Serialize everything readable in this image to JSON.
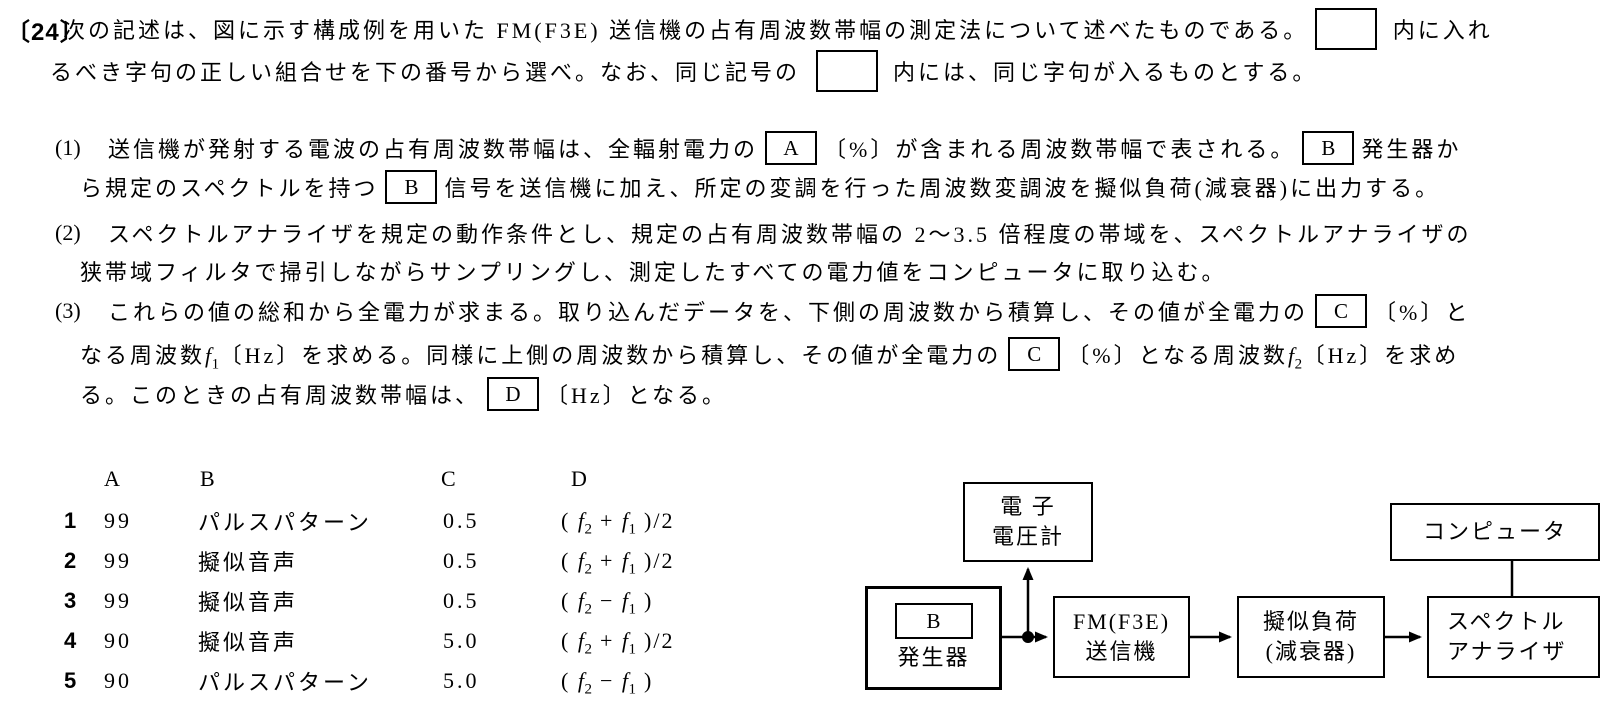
{
  "question": {
    "number": "〔24〕",
    "intro_line1": [
      "次の記述は、図に示す構成例を用いた FM(F3E) 送信機の占有周波数帯幅の測定法について述べたものである。",
      {
        "blank": ""
      },
      " 内に入れ"
    ],
    "intro_line2": [
      "るべき字句の正しい組合せを下の番号から選べ。なお、同じ記号の ",
      {
        "blank": ""
      },
      " 内には、同じ字句が入るものとする。"
    ]
  },
  "items": [
    {
      "label": "(1)",
      "lines": [
        [
          "送信機が発射する電波の占有周波数帯幅は、全輻射電力の",
          {
            "blank": "A"
          },
          "〔%〕が含まれる周波数帯幅で表される。",
          {
            "blank": "B"
          },
          "発生器か"
        ],
        [
          "ら規定のスペクトルを持つ",
          {
            "blank": "B"
          },
          "信号を送信機に加え、所定の変調を行った周波数変調波を擬似負荷(減衰器)に出力する。"
        ]
      ]
    },
    {
      "label": "(2)",
      "lines": [
        [
          "スペクトルアナライザを規定の動作条件とし、規定の占有周波数帯幅の 2～3.5 倍程度の帯域を、スペクトルアナライザの"
        ],
        [
          "狭帯域フィルタで掃引しながらサンプリングし、測定したすべての電力値をコンピュータに取り込む。"
        ]
      ]
    },
    {
      "label": "(3)",
      "lines": [
        [
          "これらの値の総和から全電力が求まる。取り込んだデータを、下側の周波数から積算し、その値が全電力の",
          {
            "blank": "C"
          },
          "〔%〕と"
        ],
        [
          "なる周波数f1〔Hz〕を求める。同様に上側の周波数から積算し、その値が全電力の",
          {
            "blank": "C"
          },
          "〔%〕となる周波数f2〔Hz〕を求め"
        ],
        [
          "る。このときの占有周波数帯幅は、",
          {
            "blank": "D"
          },
          "〔Hz〕となる。"
        ]
      ]
    }
  ],
  "answer_table": {
    "headers": [
      "A",
      "B",
      "C",
      "D"
    ],
    "rows": [
      [
        "1",
        "99",
        "パルスパターン",
        "0.5",
        "( f2 + f1 )/2"
      ],
      [
        "2",
        "99",
        "擬似音声",
        "0.5",
        "( f2 + f1 )/2"
      ],
      [
        "3",
        "99",
        "擬似音声",
        "0.5",
        "( f2 − f1 )"
      ],
      [
        "4",
        "90",
        "擬似音声",
        "5.0",
        "( f2 + f1 )/2"
      ],
      [
        "5",
        "90",
        "パルスパターン",
        "5.0",
        "( f2 − f1 )"
      ]
    ]
  },
  "diagram": {
    "generator": {
      "blank": "B",
      "label": "発生器"
    },
    "voltmeter": {
      "line1": "電 子",
      "line2": "電圧計"
    },
    "transmitter": {
      "line1": "FM(F3E)",
      "line2": "送信機"
    },
    "dummy_load": {
      "line1": "擬似負荷",
      "line2": "(減衰器)"
    },
    "spectrum_analyzer": {
      "line1": "スペクトル",
      "line2": "アナライザ"
    },
    "computer": {
      "label": "コンピュータ"
    }
  }
}
